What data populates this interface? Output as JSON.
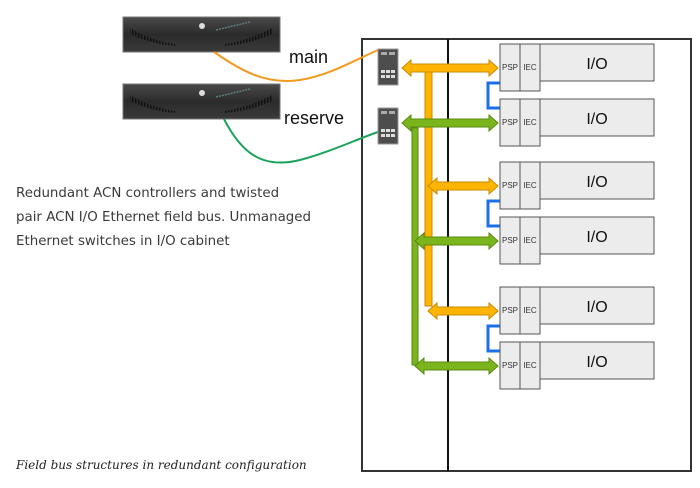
{
  "diagram": {
    "controllers": [
      {
        "id": "main",
        "label": "main",
        "link_color": "#f29a1f"
      },
      {
        "id": "reserve",
        "label": "reserve",
        "link_color": "#1aa35a"
      }
    ],
    "switches": [
      {
        "id": "switch-main",
        "bus": "main"
      },
      {
        "id": "switch-reserve",
        "bus": "reserve"
      }
    ],
    "buses": {
      "main": {
        "color": "#ffb400",
        "stroke": "#c98a00"
      },
      "reserve": {
        "color": "#7ab51d",
        "stroke": "#5a8a10"
      },
      "redundancy_link": "#1c6fe8"
    },
    "io_modules": [
      {
        "psp": "PSP",
        "iec": "IEC",
        "io": "I/O",
        "bus": "main"
      },
      {
        "psp": "PSP",
        "iec": "IEC",
        "io": "I/O",
        "bus": "reserve"
      },
      {
        "psp": "PSP",
        "iec": "IEC",
        "io": "I/O",
        "bus": "main"
      },
      {
        "psp": "PSP",
        "iec": "IEC",
        "io": "I/O",
        "bus": "reserve"
      },
      {
        "psp": "PSP",
        "iec": "IEC",
        "io": "I/O",
        "bus": "main"
      },
      {
        "psp": "PSP",
        "iec": "IEC",
        "io": "I/O",
        "bus": "reserve"
      }
    ]
  },
  "description": {
    "lines": [
      "Redundant ACN controllers and twisted",
      "pair ACN I/O Ethernet field bus. Unmanaged",
      "Ethernet switches in I/O cabinet"
    ]
  },
  "caption": "Field bus structures in redundant configuration"
}
